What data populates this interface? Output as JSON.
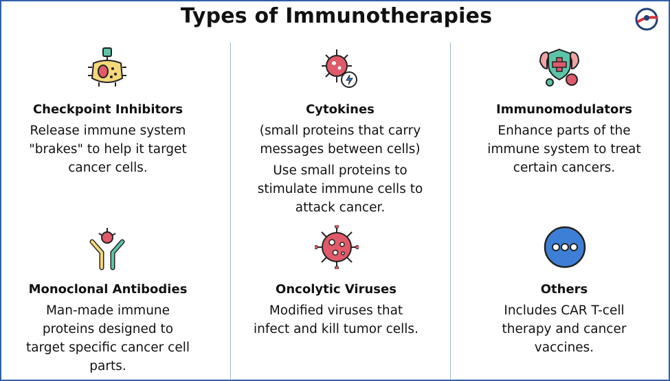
{
  "title": "Types of Immunotherapies",
  "cards": [
    {
      "heading": "Checkpoint Inhibitors",
      "icon": "checkpoint-inhibitor-icon",
      "lines": [
        "Release immune system",
        "\"brakes\" to help it target",
        "cancer cells."
      ]
    },
    {
      "heading": "Cytokines",
      "icon": "cytokine-icon",
      "subtitle_lines": [
        "(small proteins that carry",
        "messages between cells)"
      ],
      "lines": [
        "Use small proteins to",
        "stimulate immune cells to",
        "attack cancer."
      ]
    },
    {
      "heading": "Immunomodulators",
      "icon": "immunomodulator-shield-icon",
      "lines": [
        "Enhance parts of the",
        "immune system to treat",
        "certain cancers."
      ]
    },
    {
      "heading": "Monoclonal Antibodies",
      "icon": "antibody-icon",
      "lines": [
        "Man-made immune",
        "proteins designed to",
        "target specific cancer cell",
        "parts."
      ]
    },
    {
      "heading": "Oncolytic Viruses",
      "icon": "virus-icon",
      "lines": [
        "Modified viruses that",
        "infect and kill tumor cells."
      ]
    },
    {
      "heading": "Others",
      "icon": "more-options-icon",
      "lines": [
        "Includes CAR T-cell",
        "therapy and cancer",
        "vaccines."
      ]
    }
  ],
  "colors": {
    "border": "#2f5fa8",
    "divider": "#9bb4d8",
    "virus_red": "#e05a6a",
    "cell_yellow": "#f5d87a",
    "shield_green": "#5cc4a8",
    "others_blue": "#3d7fd6"
  }
}
